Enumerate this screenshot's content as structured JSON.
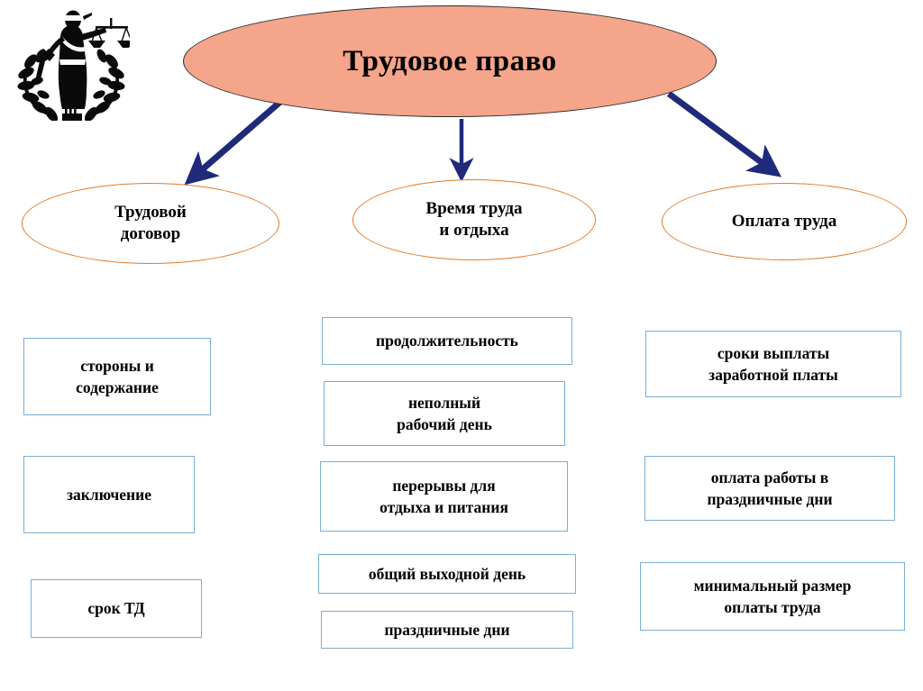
{
  "diagram": {
    "title": "Трудовое право",
    "logo": {
      "name": "lady-justice-emblem"
    },
    "categories": [
      {
        "id": "cat-1",
        "label": "Трудовой договор",
        "lines": [
          "Трудовой",
          "договор"
        ]
      },
      {
        "id": "cat-2",
        "label": "Время труда и отдыха",
        "lines": [
          "Время труда",
          "и отдыха"
        ]
      },
      {
        "id": "cat-3",
        "label": "Оплата труда",
        "lines": [
          "Оплата труда"
        ]
      }
    ],
    "columns": [
      {
        "parent": "Трудовой договор",
        "items": [
          {
            "id": "leaf-l1",
            "lines": [
              "стороны и",
              "содержание"
            ]
          },
          {
            "id": "leaf-l2",
            "lines": [
              "заключение"
            ]
          },
          {
            "id": "leaf-l3",
            "lines": [
              "срок ТД"
            ]
          }
        ]
      },
      {
        "parent": "Время труда и отдыха",
        "items": [
          {
            "id": "leaf-m1",
            "lines": [
              "продолжительность"
            ]
          },
          {
            "id": "leaf-m2",
            "lines": [
              "неполный",
              "рабочий день"
            ]
          },
          {
            "id": "leaf-m3",
            "lines": [
              "перерывы для",
              "отдыха и питания"
            ]
          },
          {
            "id": "leaf-m4",
            "lines": [
              "общий выходной день"
            ]
          },
          {
            "id": "leaf-m5",
            "lines": [
              "праздничные дни"
            ]
          }
        ]
      },
      {
        "parent": "Оплата труда",
        "items": [
          {
            "id": "leaf-r1",
            "lines": [
              "сроки выплаты",
              "заработной платы"
            ]
          },
          {
            "id": "leaf-r2",
            "lines": [
              "оплата работы в",
              "праздничные дни"
            ]
          },
          {
            "id": "leaf-r3",
            "lines": [
              "минимальный размер",
              "оплаты труда"
            ]
          }
        ]
      }
    ],
    "connectors": [
      {
        "name": "arrow-root-to-trudovoy-dogovor",
        "direction": "down-left"
      },
      {
        "name": "arrow-root-to-vremya-truda",
        "direction": "down"
      },
      {
        "name": "arrow-root-to-oplata-truda",
        "direction": "down-right"
      }
    ],
    "colors": {
      "root_fill": "#f4a58a",
      "root_stroke": "#2b2b2b",
      "ellipse_stroke": "#e2792a",
      "box_stroke": "#7aaed6",
      "arrow": "#1f2a7a",
      "text": "#000000",
      "background": "#ffffff"
    }
  }
}
